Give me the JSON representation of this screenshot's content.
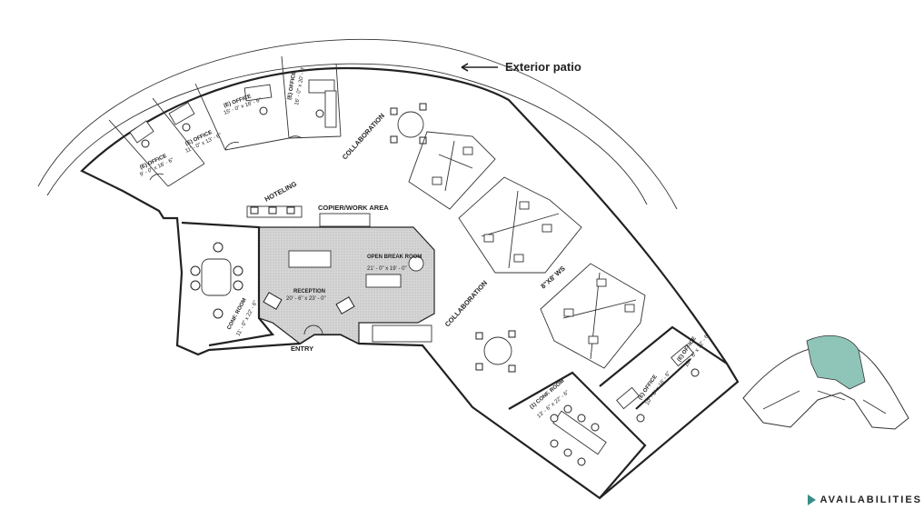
{
  "labels": {
    "exterior_patio": "Exterior patio",
    "hoteling": "HOTELING",
    "copier": "COPIER/WORK AREA",
    "collaboration_top": "COLLABORATION",
    "collaboration_mid": "COLLABORATION",
    "open_break_title": "OPEN BREAK ROOM",
    "open_break_dims": "21' - 0\" x 19' - 0\"",
    "reception_title": "RECEPTION",
    "reception_dims": "20' - 6\" x 23' - 0\"",
    "conf_room_title": "CONF. ROOM",
    "conf_room_dims": "11' - 0\" x 22' - 6\"",
    "entry": "ENTRY",
    "workstations": "8\"X8' WS",
    "conf_room_b_title": "(1) CONF. ROOM",
    "conf_room_b_dims": "13' - 6\" x 22' - 6\"",
    "office_1_title": "(E) OFFICE",
    "office_1_dims": "9' - 0\" x 16' - 6\"",
    "office_2_title": "(E) OFFICE",
    "office_2_dims": "11' - 0\" x 13' - 6\"",
    "office_3_title": "(E) OFFICE",
    "office_3_dims": "15' - 0\" x 18' - 6\"",
    "office_4_title": "(E) OFFICE",
    "office_4_dims": "16' - 0\" x 20' - 0\"",
    "office_5_title": "(E) OFFICE",
    "office_5_dims": "10' - 6\" x 16' - 6\"",
    "office_6_title": "(E) OFFICE",
    "office_6_dims": "10' - 6\" x 12' - 6\""
  },
  "availabilities_label": "AVAILABILITIES",
  "colors": {
    "accent": "#3a8d86",
    "highlight": "#8fc5b8",
    "hatch": "#cfcfcf",
    "line": "#222222"
  },
  "icons": {
    "arrow": "arrow-left-icon",
    "button": "triangle-right-icon"
  }
}
